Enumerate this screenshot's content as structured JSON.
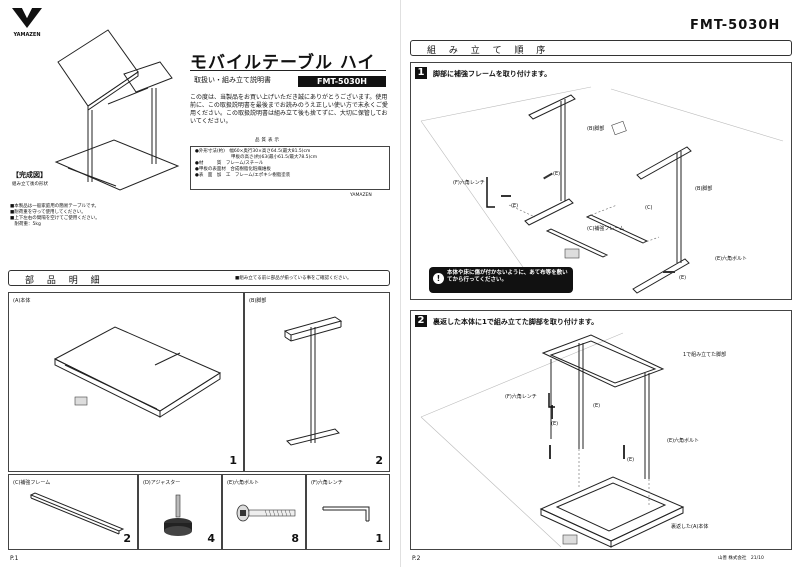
{
  "header": {
    "brand": "YAMAZEN",
    "model_top_right": "FMT-5030H"
  },
  "product": {
    "title": "モバイルテーブル ハイ",
    "subtitle": "取扱い・組み立て説明書",
    "model_badge": "FMT-5030H",
    "intro": "この度は、当製品をお買い上げいただき誠にありがとうございます。使用前に、この取扱説明書を最後までお読みのうえ正しい使い方で末永くご愛用ください。この取扱説明書は組み立て後も捨てずに、大切に保管しておいてください。",
    "spec_title": "品質表示",
    "specs": [
      "●外形寸法(約)　幅60×奥行30×高さ64.5(最大81.5)cm",
      "　　　　　　　　甲板の高さ(約)63(最小61.5/最大78.5)cm",
      "●材　　　質　フレーム/スチール",
      "●甲板の表面材　合成樹脂化粧繊維板",
      "●表　面　加　工　フレーム/エポキシ樹脂塗装"
    ],
    "maker": "YAMAZEN",
    "completed_label": "【完成図】",
    "completed_note": "組み立て後の形状",
    "notes": [
      "■本製品は一般家庭用の簡易テーブルです。",
      "■耐荷重を守って使用してください。",
      "■上下左右の間隔を空けてご使用ください。",
      "　耐荷重：5kg"
    ]
  },
  "parts": {
    "section_title": "部 品 明 細",
    "note": "■組み立てる前に部品が揃っている事をご確認ください。",
    "items": [
      {
        "label": "(A)本体",
        "qty": "1"
      },
      {
        "label": "(B)脚部",
        "qty": "2"
      },
      {
        "label": "(C)補強フレーム",
        "qty": "2"
      },
      {
        "label": "(D)アジャスター",
        "qty": "4"
      },
      {
        "label": "(E)六角ボルト",
        "qty": "8"
      },
      {
        "label": "(F)六角レンチ",
        "qty": "1"
      }
    ],
    "page": "P.1"
  },
  "assembly": {
    "section_title": "組 み 立 て 順 序",
    "step1": {
      "num": "1",
      "title": "脚部に補強フレームを取り付けます。",
      "labels": [
        "(B)脚部",
        "(B)脚部",
        "(C)補強フレーム",
        "(C)",
        "(F)六角レンチ",
        "(E)",
        "(E)",
        "(E)",
        "(E)六角ボルト"
      ],
      "warning": "本体や床に傷が付かないように、あて布等を敷いてから行ってください。"
    },
    "step2": {
      "num": "2",
      "title": "裏返した本体に1で組み立てた脚部を取り付けます。",
      "labels": [
        "1で組み立てた脚部",
        "(F)六角レンチ",
        "(E)",
        "(E)",
        "(E)六角ボルト",
        "(E)",
        "裏返した(A)本体"
      ]
    },
    "page": "P.2",
    "footer": "山善 株式会社　21/10"
  }
}
